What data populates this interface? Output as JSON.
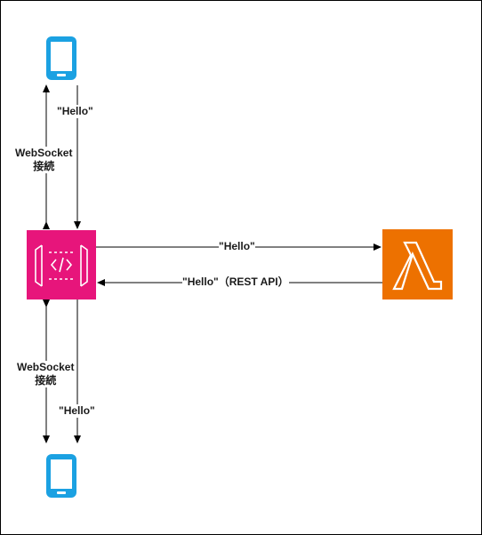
{
  "diagram": {
    "labels": {
      "hello_top": "\"Hello\"",
      "websocket_top_line1": "WebSocket",
      "websocket_top_line2": "接続",
      "hello_to_lambda": "\"Hello\"",
      "hello_rest_api": "\"Hello\"（REST API）",
      "websocket_bottom_line1": "WebSocket",
      "websocket_bottom_line2": "接続",
      "hello_bottom": "\"Hello\""
    },
    "nodes": {
      "phone_top": "mobile-client-icon",
      "api_gateway": "api-gateway-icon",
      "lambda": "lambda-icon",
      "phone_bottom": "mobile-client-icon"
    },
    "colors": {
      "phone": "#1ba1e2",
      "api_gateway": "#e7157b",
      "lambda": "#ed7100",
      "lines": "#000000"
    }
  }
}
